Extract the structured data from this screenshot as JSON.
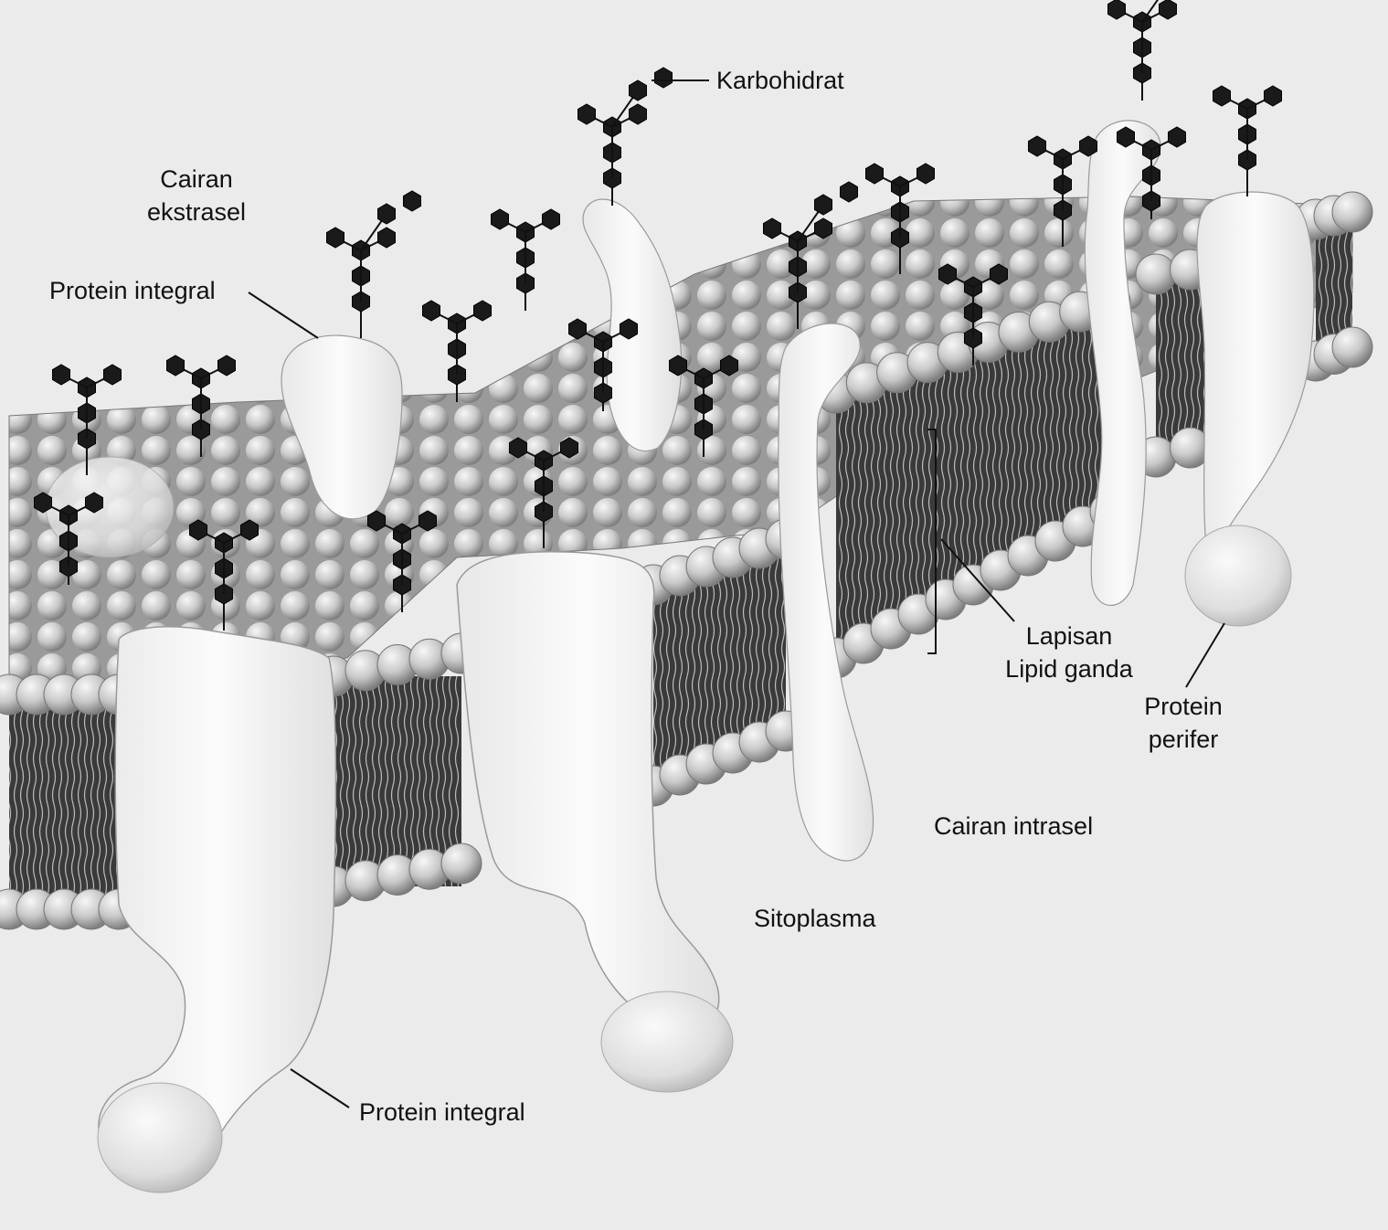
{
  "labels": {
    "karbohidrat": "Karbohidrat",
    "cairan_ekstrasel_1": "Cairan",
    "cairan_ekstrasel_2": "ekstrasel",
    "protein_integral_top": "Protein integral",
    "lapisan_1": "Lapisan",
    "lapisan_2": "Lipid ganda",
    "protein_perifer_1": "Protein",
    "protein_perifer_2": "perifer",
    "cairan_intrasel": "Cairan intrasel",
    "sitoplasma": "Sitoplasma",
    "protein_integral_bottom": "Protein integral"
  },
  "colors": {
    "background": "#ecebeb",
    "lipid_tail_dark": "#3a3a3a",
    "lipid_head_light": "#d9d9d9",
    "lipid_head_dark": "#8a8a8a",
    "protein_fill": "#f4f4f4",
    "carbohydrate": "#1a1a1a",
    "leader_line": "#111111"
  }
}
